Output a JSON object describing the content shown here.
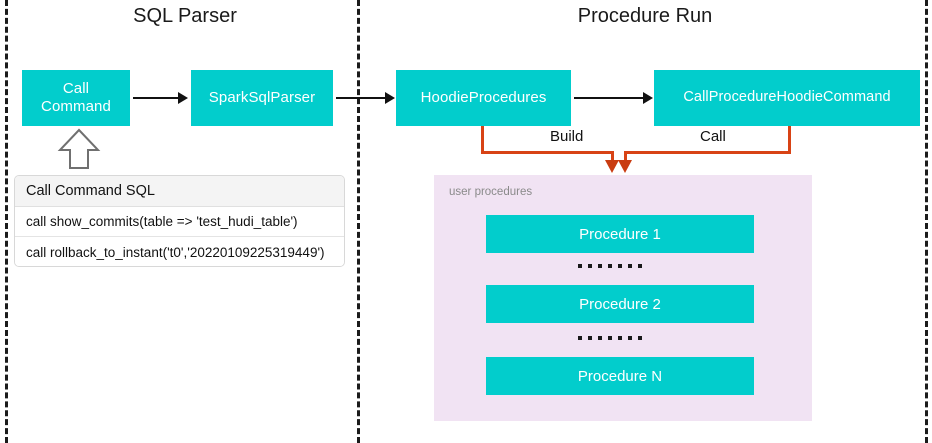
{
  "diagram": {
    "sections": [
      {
        "id": "sql-parser",
        "title": "SQL Parser"
      },
      {
        "id": "procedure-run",
        "title": "Procedure Run"
      }
    ],
    "flow_nodes": [
      {
        "id": "call-command",
        "label": "Call\nCommand",
        "label_line1": "Call",
        "label_line2": "Command"
      },
      {
        "id": "spark-sql-parser",
        "label": "SparkSqlParser"
      },
      {
        "id": "hoodie-procedures",
        "label": "HoodieProcedures"
      },
      {
        "id": "call-procedure-hoodie-command",
        "label": "CallProcedureHoodieCommand"
      }
    ],
    "edge_labels": {
      "build": "Build",
      "call": "Call"
    },
    "sql_table": {
      "header": "Call Command SQL",
      "rows": [
        "call show_commits(table => 'test_hudi_table')",
        "call rollback_to_instant('t0','20220109225319449')"
      ]
    },
    "procedures_panel": {
      "label": "user procedures",
      "items": [
        {
          "label": "Procedure 1"
        },
        {
          "label": "Procedure 2"
        },
        {
          "label": "Procedure N"
        }
      ],
      "separator_dots": 7
    },
    "colors": {
      "teal": "#02CDCC",
      "panel": "#F1E3F3",
      "orange": "#D84315",
      "text": "#1A1A1A",
      "divider": "#1B1B1B"
    }
  }
}
